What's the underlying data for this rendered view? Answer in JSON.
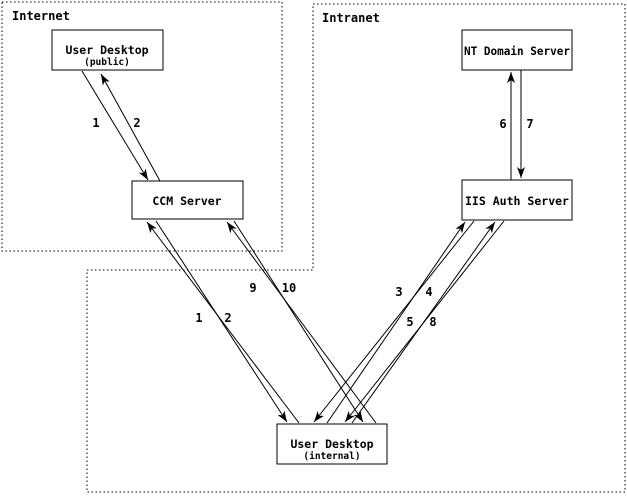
{
  "diagram": {
    "colors": {
      "line": "#000000",
      "background": "#ffffff"
    },
    "regions": [
      {
        "id": "internet",
        "label": "Internet"
      },
      {
        "id": "intranet",
        "label": "Intranet"
      }
    ],
    "nodes": [
      {
        "id": "user-desktop-public",
        "title": "User Desktop",
        "subtitle": "(public)"
      },
      {
        "id": "ccm-server",
        "title": "CCM Server",
        "subtitle": ""
      },
      {
        "id": "nt-domain-server",
        "title": "NT Domain Server",
        "subtitle": ""
      },
      {
        "id": "iis-auth-server",
        "title": "IIS Auth Server",
        "subtitle": ""
      },
      {
        "id": "user-desktop-internal",
        "title": "User Desktop",
        "subtitle": "(internal)"
      }
    ],
    "flows": [
      {
        "label": "1",
        "from": "user-desktop-public",
        "to": "ccm-server"
      },
      {
        "label": "2",
        "from": "ccm-server",
        "to": "user-desktop-public"
      },
      {
        "label": "1",
        "from": "user-desktop-internal",
        "to": "ccm-server"
      },
      {
        "label": "2",
        "from": "ccm-server",
        "to": "user-desktop-internal"
      },
      {
        "label": "3",
        "from": "user-desktop-internal",
        "to": "iis-auth-server"
      },
      {
        "label": "4",
        "from": "iis-auth-server",
        "to": "user-desktop-internal"
      },
      {
        "label": "5",
        "from": "user-desktop-internal",
        "to": "iis-auth-server"
      },
      {
        "label": "6",
        "from": "iis-auth-server",
        "to": "nt-domain-server"
      },
      {
        "label": "7",
        "from": "nt-domain-server",
        "to": "iis-auth-server"
      },
      {
        "label": "8",
        "from": "iis-auth-server",
        "to": "user-desktop-internal"
      },
      {
        "label": "9",
        "from": "user-desktop-internal",
        "to": "ccm-server"
      },
      {
        "label": "10",
        "from": "ccm-server",
        "to": "user-desktop-internal"
      }
    ]
  }
}
